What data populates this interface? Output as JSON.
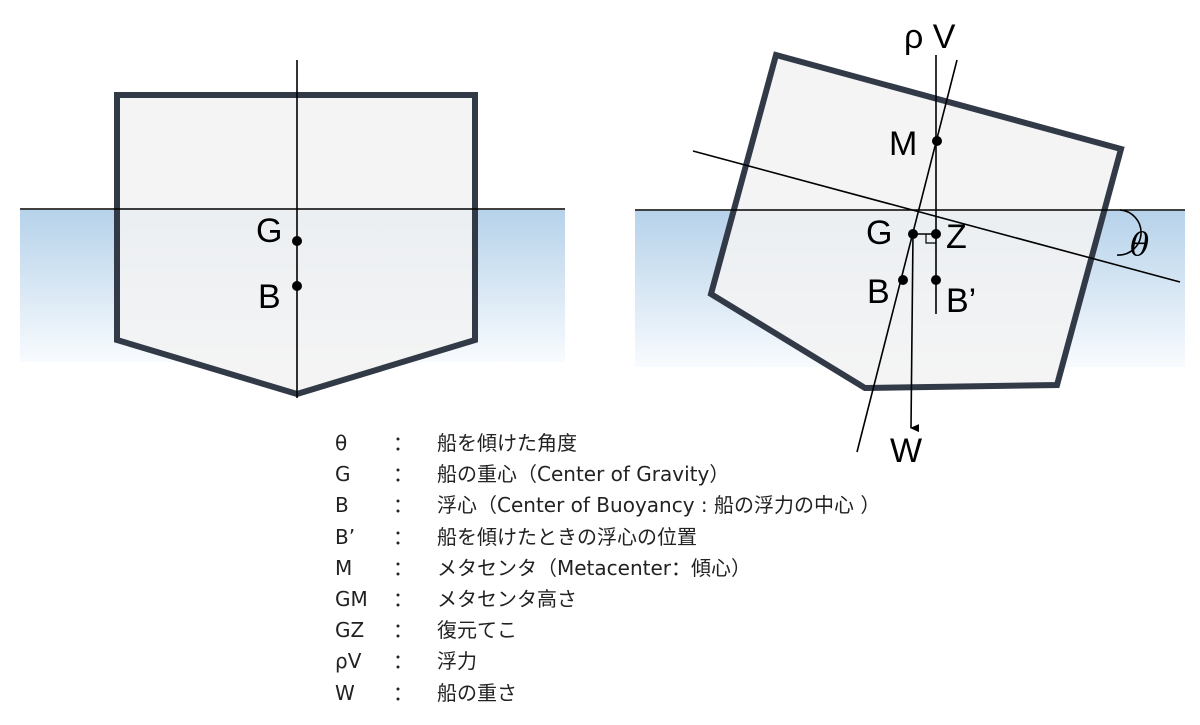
{
  "left_diagram": {
    "labels": {
      "g": "G",
      "b": "B"
    }
  },
  "right_diagram": {
    "labels": {
      "rho_v": "ρ V",
      "m": "M",
      "g": "G",
      "z": "Z",
      "b": "B",
      "b_prime": "B’",
      "w": "W",
      "theta": "θ"
    }
  },
  "colors": {
    "hull_stroke": "#323a48",
    "hull_fill": "#f2f2f2",
    "water_top": "#b6d2ea",
    "water_bottom": "#f8fbfe"
  },
  "legend": {
    "separator": "：",
    "items": [
      {
        "key": "θ",
        "desc": "船を傾けた角度"
      },
      {
        "key": "G",
        "desc": "船の重心（Center of Gravity）"
      },
      {
        "key": "B",
        "desc": "浮心（Center of Buoyancy : 船の浮力の中心 ）"
      },
      {
        "key": "B’",
        "desc": "船を傾けたときの浮心の位置"
      },
      {
        "key": "M",
        "desc": "メタセンタ（Metacenter：傾心）"
      },
      {
        "key": "GM",
        "desc": "メタセンタ高さ"
      },
      {
        "key": "GZ",
        "desc": "復元てこ"
      },
      {
        "key": "ρV",
        "desc": "浮力"
      },
      {
        "key": "W",
        "desc": "船の重さ"
      }
    ]
  }
}
